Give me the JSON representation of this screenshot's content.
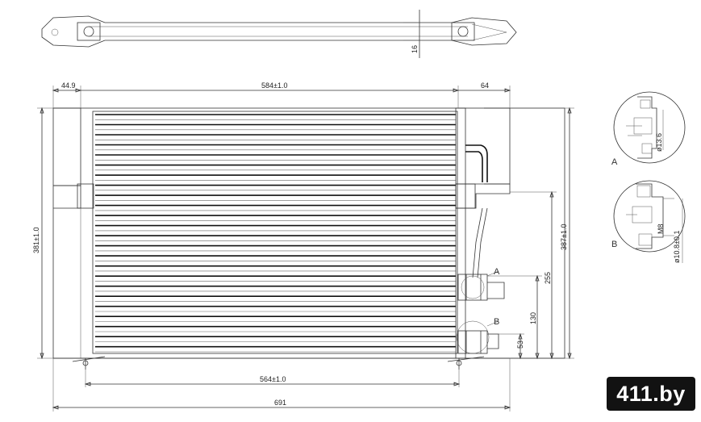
{
  "dimensions": {
    "top_thickness": "16",
    "left_offset": "44.9",
    "core_width": "584±1.0",
    "right_offset": "64",
    "left_height": "381±1.0",
    "right_height": "387±1.0",
    "height_255": "255",
    "height_130": "130",
    "height_53": "53",
    "bottom_mount": "564±1.0",
    "overall_width": "691"
  },
  "callouts": {
    "a": "A",
    "b": "B"
  },
  "details": {
    "a_label": "A",
    "a_diameter": "ø13.6",
    "b_label": "B",
    "b_thread": "M8",
    "b_diameter": "ø10.8±0.1"
  },
  "watermark": "411.by"
}
